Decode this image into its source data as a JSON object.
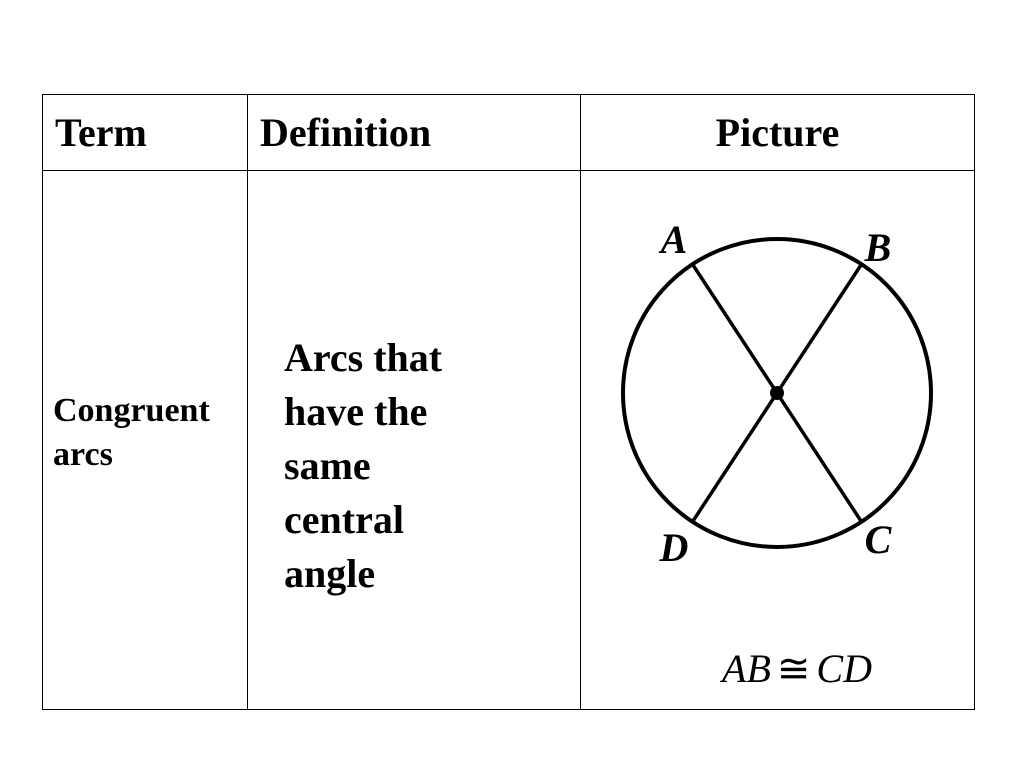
{
  "table": {
    "headers": {
      "term": "Term",
      "definition": "Definition",
      "picture": "Picture"
    },
    "rows": [
      {
        "term_lines": [
          "Congruent",
          "arcs"
        ],
        "definition_lines": [
          "Arcs that",
          "have the",
          "same",
          "central",
          "angle"
        ]
      }
    ]
  },
  "diagram": {
    "point_labels": {
      "A": "A",
      "B": "B",
      "C": "C",
      "D": "D"
    },
    "caption": {
      "left": "AB",
      "symbol": "≅",
      "right": "CD"
    }
  }
}
